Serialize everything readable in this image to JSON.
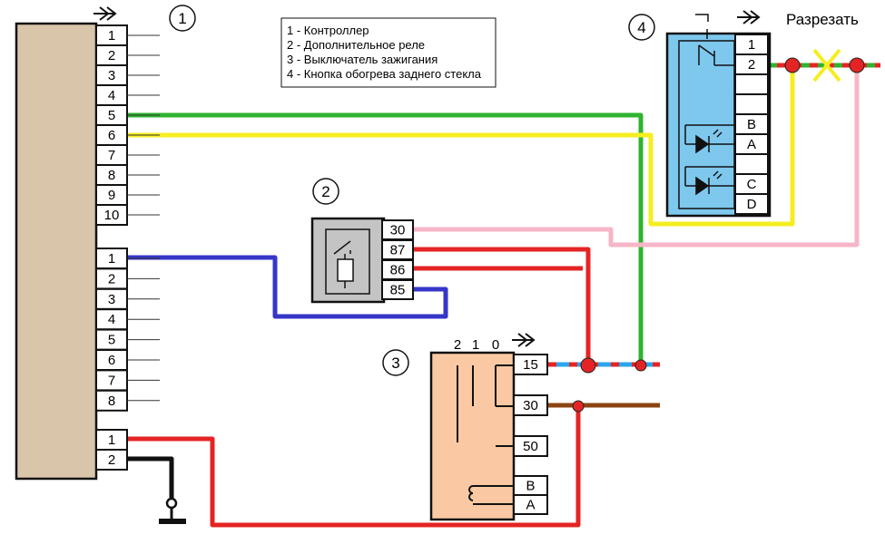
{
  "markers": {
    "c1": "1",
    "c2": "2",
    "c3": "3",
    "c4": "4"
  },
  "legend": [
    "1 - Контроллер",
    "2 - Дополнительное реле",
    "3 - Выключатель зажигания",
    "4 - Кнопка обогрева заднего стекла"
  ],
  "cut_label": "Разрезать",
  "controller": {
    "block1": [
      "1",
      "2",
      "3",
      "4",
      "5",
      "6",
      "7",
      "8",
      "9",
      "10"
    ],
    "block2": [
      "1",
      "2",
      "3",
      "4",
      "5",
      "6",
      "7",
      "8"
    ],
    "block3": [
      "1",
      "2"
    ]
  },
  "relay_pins": [
    "30",
    "87",
    "86",
    "85"
  ],
  "ignition": {
    "positions": [
      "2",
      "1",
      "0"
    ],
    "pins": [
      "15",
      "30",
      "50",
      "B",
      "A"
    ]
  },
  "button_pins": [
    "1",
    "2",
    "",
    "",
    "B",
    "A",
    "",
    "C",
    "D"
  ],
  "colors": {
    "controller": "#d9c6aa",
    "relay": "#c4c4c4",
    "ignition": "#fac9a3",
    "button": "#7ec8ee",
    "green": "#2fb32f",
    "yellow": "#f5ee20",
    "blue": "#3636c8",
    "red": "#e42424",
    "pink": "#f7b6c7",
    "brown": "#8b4512",
    "lightblue": "#2aa6ee"
  }
}
